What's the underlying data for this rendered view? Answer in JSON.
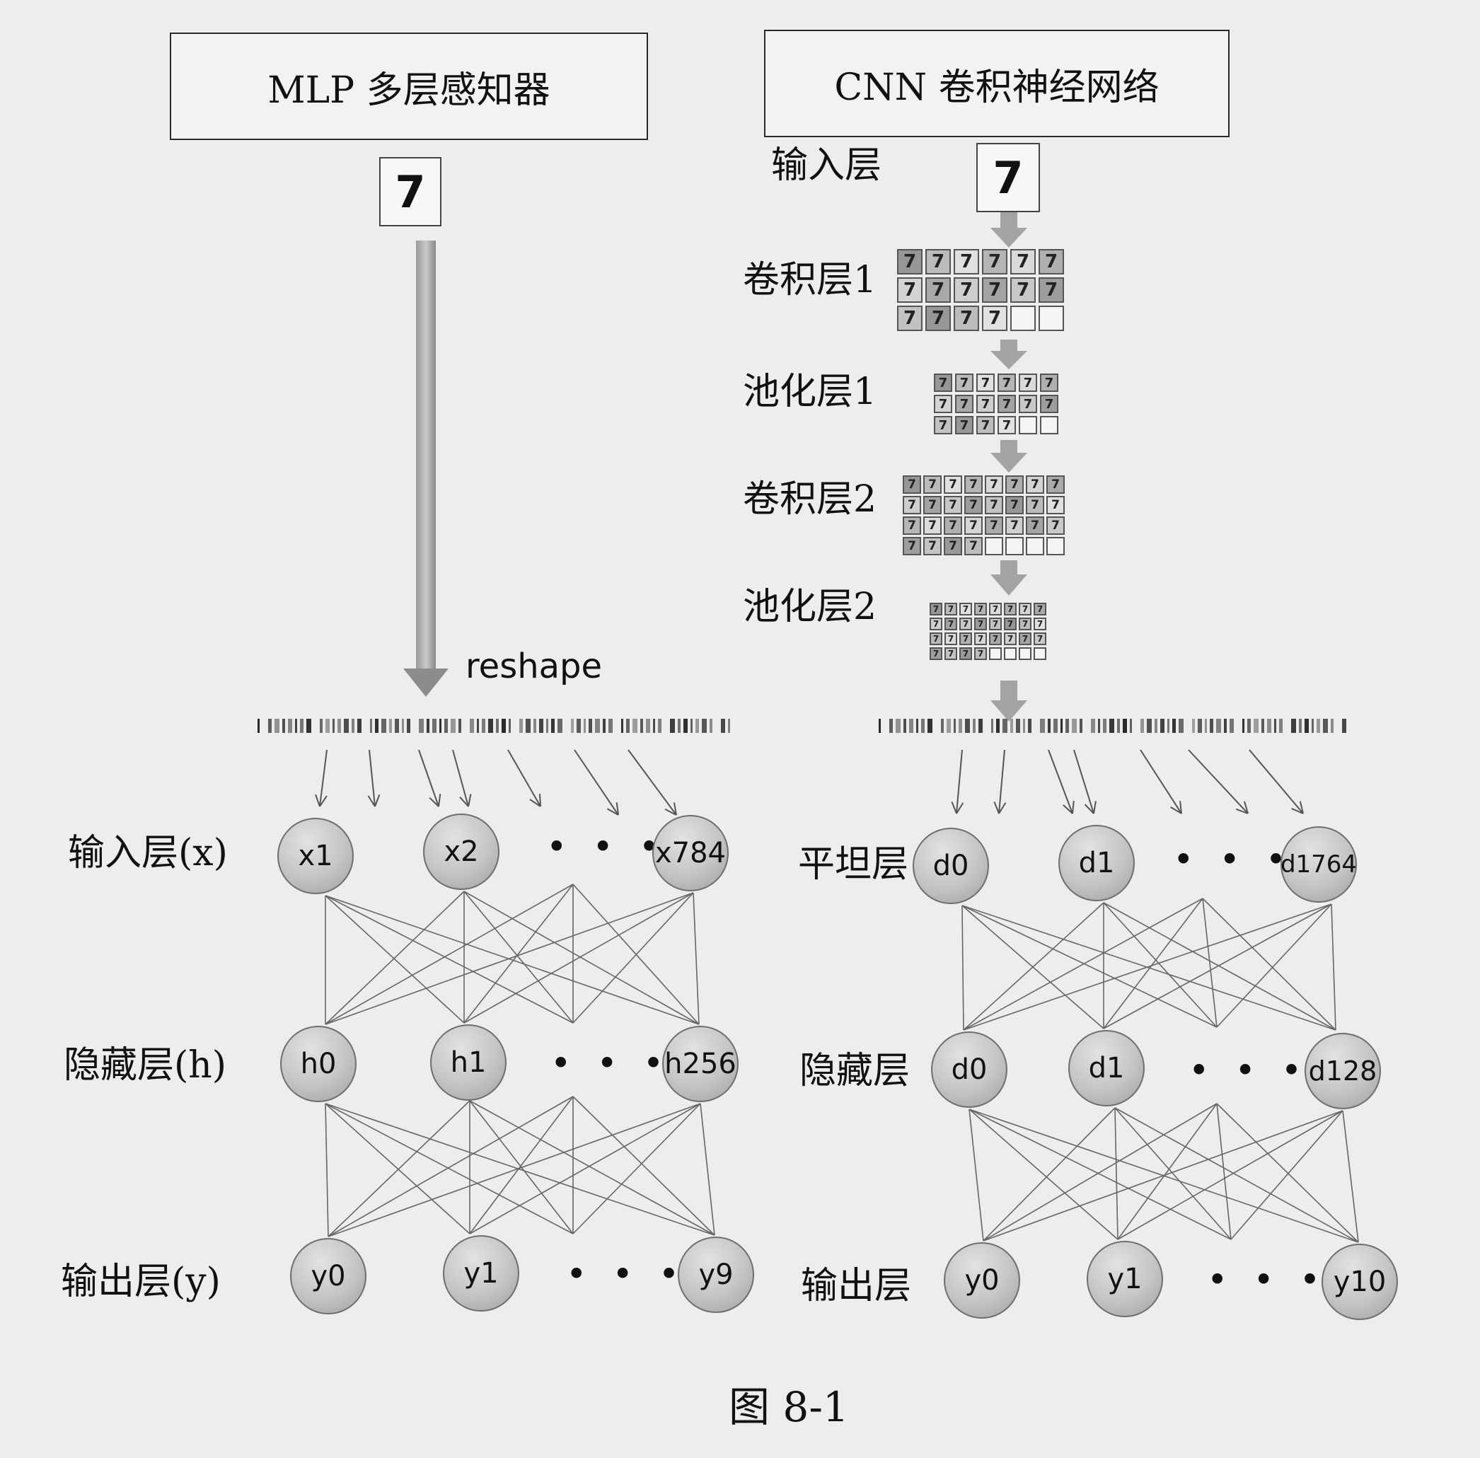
{
  "mlp": {
    "title": "MLP 多层感知器",
    "reshape_label": "reshape",
    "input_layer_label": "输入层(x)",
    "hidden_layer_label": "隐藏层(h)",
    "output_layer_label": "输出层(y)",
    "input_nodes": [
      "x1",
      "x2",
      "x784"
    ],
    "hidden_nodes": [
      "h0",
      "h1",
      "h256"
    ],
    "output_nodes": [
      "y0",
      "y1",
      "y9"
    ]
  },
  "cnn": {
    "title": "CNN 卷积神经网络",
    "input_layer_label": "输入层",
    "conv1_label": "卷积层1",
    "pool1_label": "池化层1",
    "conv2_label": "卷积层2",
    "pool2_label": "池化层2",
    "flatten_layer_label": "平坦层",
    "hidden_layer_label": "隐藏层",
    "output_layer_label": "输出层",
    "flatten_nodes": [
      "d0",
      "d1",
      "d1764"
    ],
    "hidden_nodes": [
      "d0",
      "d1",
      "d128"
    ],
    "output_nodes": [
      "y0",
      "y1",
      "y10"
    ]
  },
  "ellipsis": "• • •",
  "digit_glyph": "7",
  "caption": "图 8-1"
}
